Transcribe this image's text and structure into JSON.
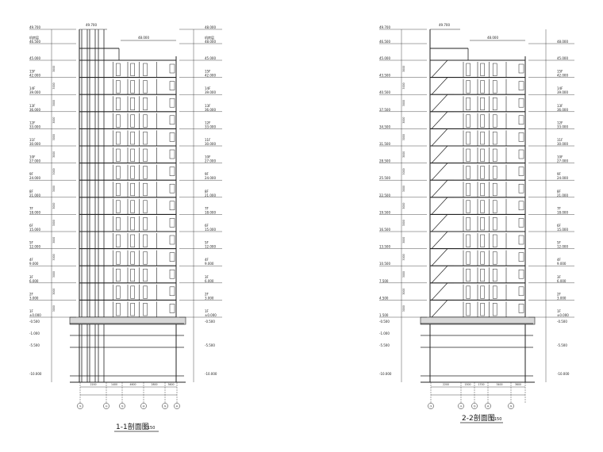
{
  "drawing": {
    "type": "building-section-drawing",
    "colors": {
      "line": "#222222",
      "fill_ground": "#d8d8d8",
      "paper": "#ffffff"
    }
  },
  "sections": [
    {
      "id": "1-1",
      "title": "1-1剖面图",
      "scale": "1:150",
      "left_levels": [
        {
          "floor": "",
          "elev": "49.700"
        },
        {
          "floor": "机房层",
          "elev": "46.500"
        },
        {
          "floor": "",
          "elev": "45.000"
        },
        {
          "floor": "15F",
          "elev": "42.000"
        },
        {
          "floor": "14F",
          "elev": "39.000"
        },
        {
          "floor": "13F",
          "elev": "36.000"
        },
        {
          "floor": "12F",
          "elev": "33.000"
        },
        {
          "floor": "11F",
          "elev": "30.000"
        },
        {
          "floor": "10F",
          "elev": "27.000"
        },
        {
          "floor": "9F",
          "elev": "24.000"
        },
        {
          "floor": "8F",
          "elev": "21.000"
        },
        {
          "floor": "7F",
          "elev": "18.000"
        },
        {
          "floor": "6F",
          "elev": "15.000"
        },
        {
          "floor": "5F",
          "elev": "12.000"
        },
        {
          "floor": "4F",
          "elev": "9.000"
        },
        {
          "floor": "3F",
          "elev": "6.000"
        },
        {
          "floor": "2F",
          "elev": "3.000"
        },
        {
          "floor": "1F",
          "elev": "±0.000"
        }
      ],
      "right_levels": [
        {
          "floor": "",
          "elev": "48.000"
        },
        {
          "floor": "机房层",
          "elev": "48.000"
        },
        {
          "floor": "",
          "elev": "45.000"
        },
        {
          "floor": "15F",
          "elev": "42.000"
        },
        {
          "floor": "14F",
          "elev": "39.000"
        },
        {
          "floor": "13F",
          "elev": "36.000"
        },
        {
          "floor": "12F",
          "elev": "33.000"
        },
        {
          "floor": "11F",
          "elev": "30.000"
        },
        {
          "floor": "10F",
          "elev": "27.000"
        },
        {
          "floor": "9F",
          "elev": "24.000"
        },
        {
          "floor": "8F",
          "elev": "21.000"
        },
        {
          "floor": "7F",
          "elev": "18.000"
        },
        {
          "floor": "6F",
          "elev": "15.000"
        },
        {
          "floor": "5F",
          "elev": "12.000"
        },
        {
          "floor": "4F",
          "elev": "9.000"
        },
        {
          "floor": "3F",
          "elev": "6.000"
        },
        {
          "floor": "2F",
          "elev": "3.000"
        },
        {
          "floor": "1F",
          "elev": "±0.000"
        }
      ],
      "basement_left": [
        "-0.500",
        "-1.000",
        "-5.500",
        "-10.000"
      ],
      "basement_right": [
        "-0.500",
        "-5.500",
        "-10.000"
      ],
      "roof_labels": [
        "49.700",
        "48.000",
        "46.500"
      ],
      "floor_dim": "3000",
      "axes": [
        "①",
        "②",
        "③",
        "④",
        "⑤",
        "⑥"
      ],
      "axis_dims": [
        "2200",
        "1400",
        "4600",
        "2800",
        "3600"
      ]
    },
    {
      "id": "2-2",
      "title": "2-2剖面图",
      "scale": "1:150",
      "left_levels": [
        {
          "floor": "",
          "elev": "49.700"
        },
        {
          "floor": "",
          "elev": "46.500"
        },
        {
          "floor": "",
          "elev": "45.000"
        },
        {
          "floor": "",
          "elev": "43.500"
        },
        {
          "floor": "",
          "elev": "40.500"
        },
        {
          "floor": "",
          "elev": "37.500"
        },
        {
          "floor": "",
          "elev": "34.500"
        },
        {
          "floor": "",
          "elev": "31.500"
        },
        {
          "floor": "",
          "elev": "28.500"
        },
        {
          "floor": "",
          "elev": "25.500"
        },
        {
          "floor": "",
          "elev": "22.500"
        },
        {
          "floor": "",
          "elev": "19.500"
        },
        {
          "floor": "",
          "elev": "16.500"
        },
        {
          "floor": "",
          "elev": "13.500"
        },
        {
          "floor": "",
          "elev": "10.500"
        },
        {
          "floor": "",
          "elev": "7.500"
        },
        {
          "floor": "",
          "elev": "4.500"
        },
        {
          "floor": "",
          "elev": "1.500"
        }
      ],
      "right_levels": [
        {
          "floor": "",
          "elev": "48.000"
        },
        {
          "floor": "",
          "elev": "45.000"
        },
        {
          "floor": "15F",
          "elev": "42.000"
        },
        {
          "floor": "14F",
          "elev": "39.000"
        },
        {
          "floor": "13F",
          "elev": "36.000"
        },
        {
          "floor": "12F",
          "elev": "33.000"
        },
        {
          "floor": "11F",
          "elev": "30.000"
        },
        {
          "floor": "10F",
          "elev": "27.000"
        },
        {
          "floor": "9F",
          "elev": "24.000"
        },
        {
          "floor": "8F",
          "elev": "21.000"
        },
        {
          "floor": "7F",
          "elev": "18.000"
        },
        {
          "floor": "6F",
          "elev": "15.000"
        },
        {
          "floor": "5F",
          "elev": "12.000"
        },
        {
          "floor": "4F",
          "elev": "9.000"
        },
        {
          "floor": "3F",
          "elev": "6.000"
        },
        {
          "floor": "2F",
          "elev": "3.000"
        },
        {
          "floor": "1F",
          "elev": "±0.000"
        }
      ],
      "basement_left": [
        "-0.500",
        "-1.000",
        "-5.500",
        "-10.000"
      ],
      "basement_right": [
        "-0.500",
        "-5.500",
        "-10.000"
      ],
      "roof_labels": [
        "49.700",
        "48.000",
        "46.500"
      ],
      "floor_dim": "3000",
      "axes": [
        "①",
        "②",
        "③",
        "④",
        "⑤"
      ],
      "axis_dims": [
        "2200",
        "1500",
        "1700",
        "3400",
        "3600"
      ]
    }
  ]
}
